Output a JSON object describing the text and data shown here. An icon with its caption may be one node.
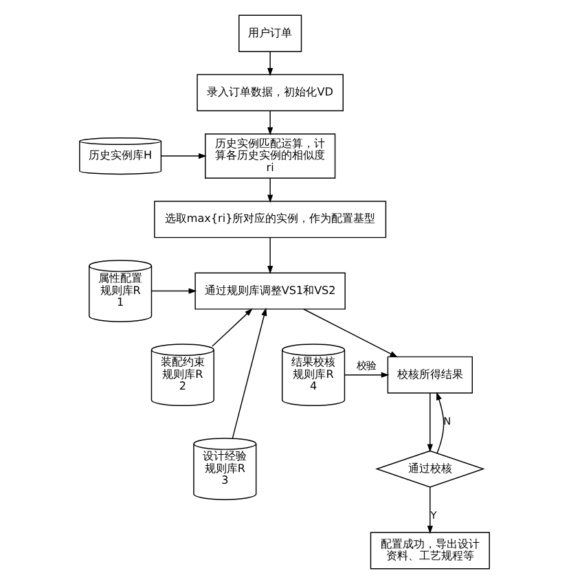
{
  "diagram": {
    "nodes": [
      {
        "text": [
          "用户订单"
        ]
      },
      {
        "text": [
          "录入订单数据，初始化VD"
        ]
      },
      {
        "text": [
          "历史实例匹配运算，计算各历史实例的相似度ri"
        ]
      },
      {
        "text": [
          "历史实例库H"
        ]
      },
      {
        "text": [
          "选取max{ri}所对应的实例，作为配置基型"
        ]
      },
      {
        "text": [
          "属性配置规则库R1"
        ]
      },
      {
        "text": [
          "装配约束规则库R2"
        ]
      },
      {
        "text": [
          "设计经验规则库R3"
        ]
      },
      {
        "text": [
          "通过规则库调整VS1和VS2"
        ]
      },
      {
        "text": [
          "结果校核规则库R4"
        ]
      },
      {
        "text": [
          "校核所得结果"
        ]
      },
      {
        "text": [
          "通过校核"
        ]
      },
      {
        "text": [
          "配置成功，导出设计资料、工艺规程等"
        ]
      }
    ],
    "edges": [
      {
        "from": 0,
        "to": 1,
        "arrow": "to"
      },
      {
        "from": 1,
        "to": 2,
        "arrow": "to"
      },
      {
        "from": 3,
        "to": 2,
        "arrow": "to"
      },
      {
        "from": 2,
        "to": 4,
        "arrow": "to"
      },
      {
        "from": 4,
        "to": 8,
        "arrow": "to"
      },
      {
        "from": 5,
        "to": 8,
        "arrow": "to"
      },
      {
        "from": 6,
        "to": 8,
        "arrow": "to"
      },
      {
        "from": 7,
        "to": 8,
        "arrow": "to"
      },
      {
        "from": 8,
        "to": 10,
        "arrow": "to"
      },
      {
        "from": 9,
        "to": 10,
        "arrow": "to",
        "label": "校验"
      },
      {
        "from": 10,
        "to": 11,
        "arrow": "to"
      },
      {
        "from": 11,
        "to": 10,
        "arrow": "to",
        "label": "N"
      },
      {
        "from": 11,
        "to": 12,
        "arrow": "to",
        "label": "Y"
      }
    ]
  }
}
